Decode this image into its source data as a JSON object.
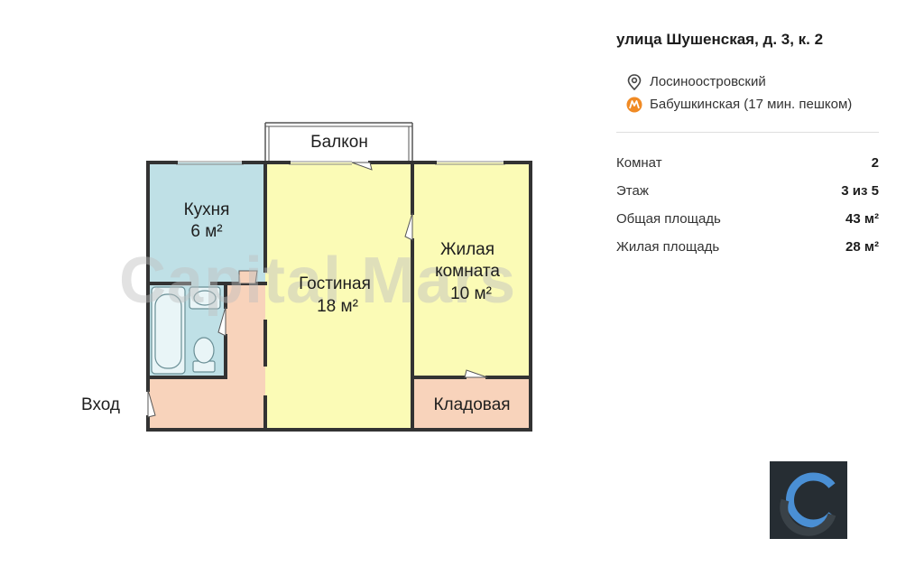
{
  "plan": {
    "watermark": "Capital Mars",
    "rooms": [
      {
        "id": "balcony",
        "name": "Балкон",
        "area": ""
      },
      {
        "id": "kitchen",
        "name": "Кухня",
        "area": "6 м²"
      },
      {
        "id": "living",
        "name": "Гостиная",
        "area": "18 м²"
      },
      {
        "id": "bedroom_line1",
        "name": "Жилая",
        "area": ""
      },
      {
        "id": "bedroom_line2",
        "name": "комната",
        "area": "10 м²"
      },
      {
        "id": "storage",
        "name": "Кладовая",
        "area": ""
      }
    ],
    "entrance": "Вход",
    "colors": {
      "wall": "#333333",
      "kitchen": "#bfe0e6",
      "living": "#fbfbb6",
      "bathroom": "#bfe0e6",
      "hall": "#f8d3bb",
      "storage": "#f8d3bb",
      "balcony": "#ffffff"
    }
  },
  "info": {
    "address": "улица Шушенская, д. 3, к. 2",
    "district": "Лосиноостровский",
    "metro": "Бабушкинская (17 мин. пешком)",
    "params": [
      {
        "label": "Комнат",
        "value": "2"
      },
      {
        "label": "Этаж",
        "value": "3 из 5"
      },
      {
        "label": "Общая площадь",
        "value": "43 м²"
      },
      {
        "label": "Жилая площадь",
        "value": "28 м²"
      }
    ],
    "icons": {
      "district": "location-pin-icon",
      "metro": "metro-icon",
      "logo": "brand-logo-icon"
    },
    "accent": "#f08a24",
    "logo_bg": "#262d33"
  }
}
